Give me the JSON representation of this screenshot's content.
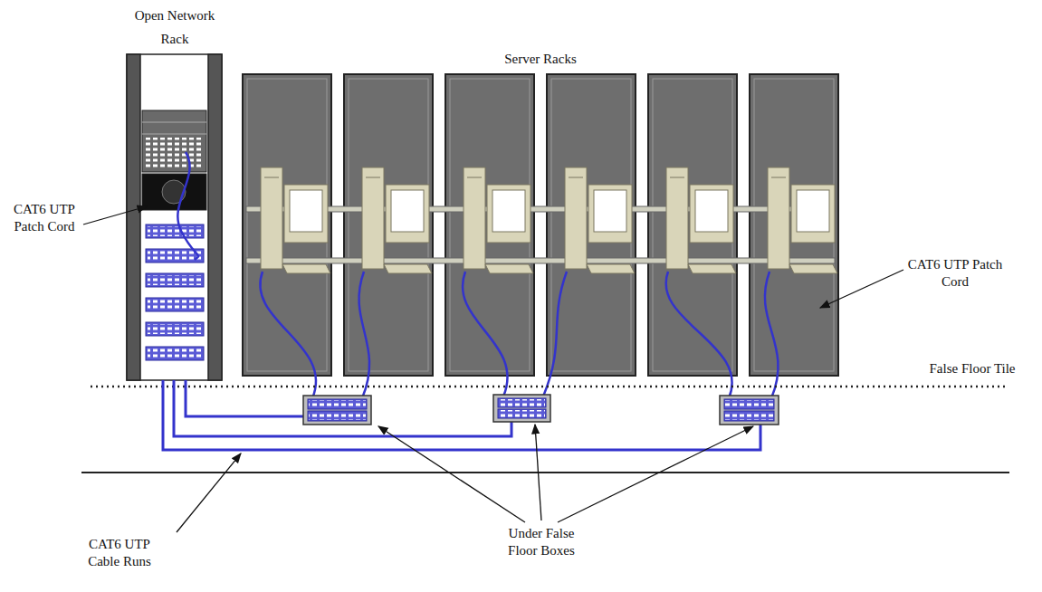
{
  "diagram": {
    "nodes": [
      {
        "text": [
          "Open Network Rack"
        ]
      },
      {
        "text": [
          "Server Racks"
        ]
      }
    ],
    "labels": [
      "CAT6 UTP Patch Cord",
      "CAT6 UTP Patch Cord",
      "False Floor Tile",
      "CAT6 UTP Cable Runs",
      "Under False Floor Boxes"
    ]
  }
}
